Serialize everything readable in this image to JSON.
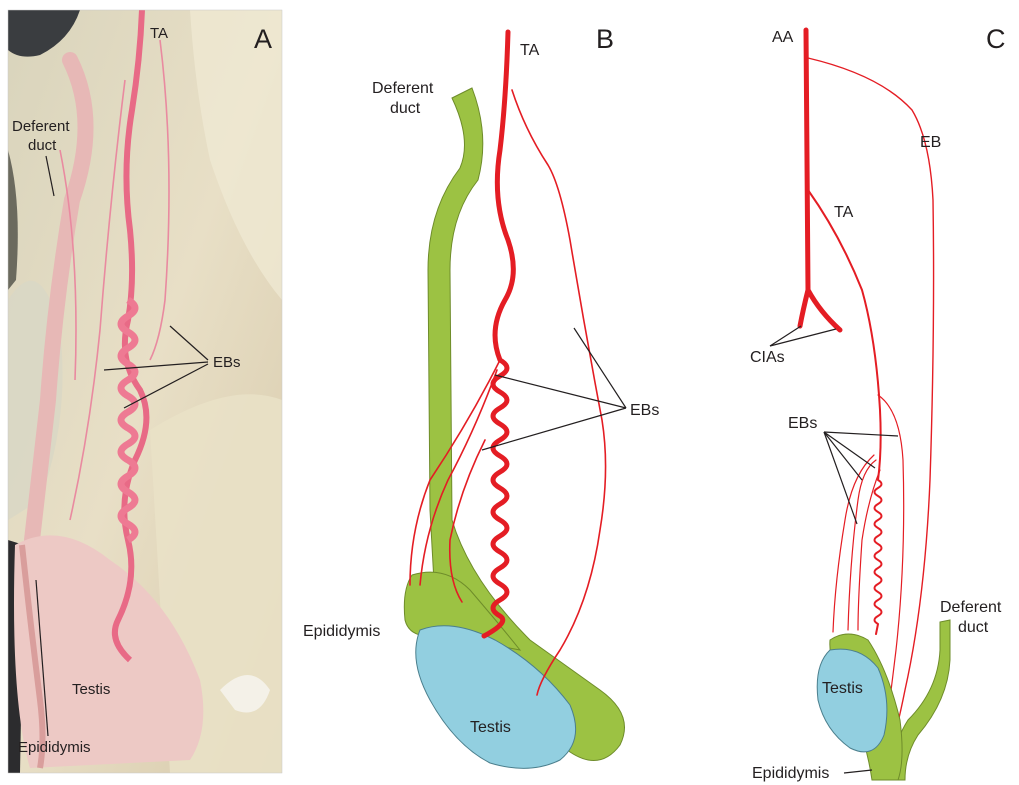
{
  "panels": {
    "a": {
      "letter": "A",
      "labels": {
        "ta": "TA",
        "deferent_line1": "Deferent",
        "deferent_line2": "duct",
        "ebs": "EBs",
        "testis": "Testis",
        "epididymis": "Epididymis"
      }
    },
    "b": {
      "letter": "B",
      "labels": {
        "ta": "TA",
        "deferent_line1": "Deferent",
        "deferent_line2": "duct",
        "ebs": "EBs",
        "epididymis": "Epididymis",
        "testis": "Testis"
      }
    },
    "c": {
      "letter": "C",
      "labels": {
        "aa": "AA",
        "eb": "EB",
        "ta": "TA",
        "cias": "CIAs",
        "ebs": "EBs",
        "deferent_line1": "Deferent",
        "deferent_line2": "duct",
        "testis": "Testis",
        "epididymis": "Epididymis"
      }
    }
  },
  "colors": {
    "artery": "#e41d24",
    "deferent_duct": "#9cc243",
    "testis": "#92cfe0",
    "photo_tissue": "#e6dcc2",
    "photo_vessels": "#e86a86"
  }
}
